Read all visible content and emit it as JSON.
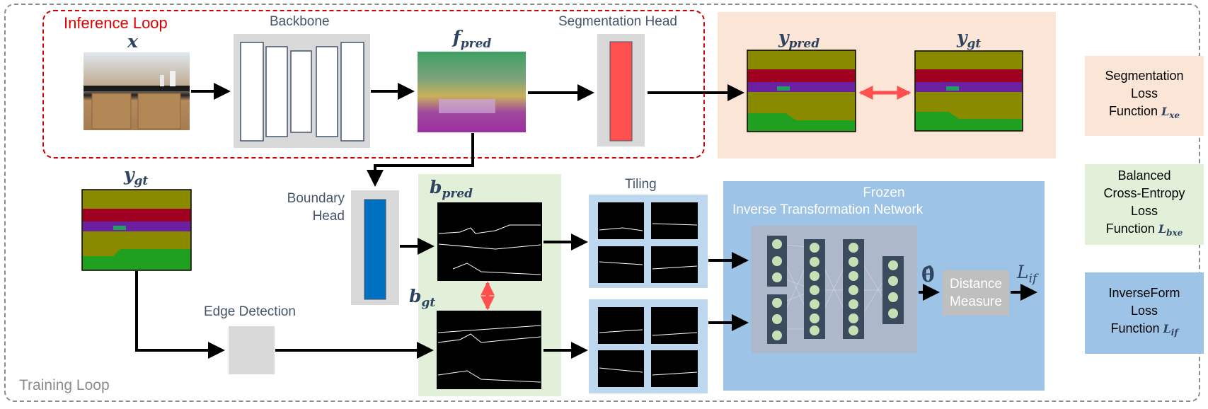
{
  "inference_loop": {
    "label": "Inference Loop"
  },
  "training_loop": {
    "label": "Training Loop"
  },
  "input_image": {
    "symbol": "x"
  },
  "backbone": {
    "label": "Backbone"
  },
  "feature_map": {
    "symbol": "f",
    "subscript": "pred"
  },
  "segmentation_head": {
    "label": "Segmentation Head"
  },
  "seg_pred": {
    "symbol": "y",
    "subscript": "pred"
  },
  "seg_gt": {
    "symbol": "y",
    "subscript": "gt"
  },
  "gt_left": {
    "symbol": "y",
    "subscript": "gt"
  },
  "boundary_head": {
    "label": "Boundary Head"
  },
  "boundary_pred": {
    "symbol": "b",
    "subscript": "pred"
  },
  "boundary_gt": {
    "symbol": "b",
    "subscript": "gt"
  },
  "edge_detection": {
    "label": "Edge Detection"
  },
  "tiling": {
    "label": "Tiling"
  },
  "itn": {
    "title_line1": "Frozen",
    "title_line2": "Inverse Transformation Network"
  },
  "theta": {
    "symbol": "θ̂"
  },
  "distance_measure": {
    "line1": "Distance",
    "line2": "Measure"
  },
  "inverse_loss": {
    "symbol": "L",
    "subscript": "if"
  },
  "legend": [
    {
      "text_lines": [
        "Segmentation",
        "Loss"
      ],
      "last_line": "Function",
      "symbol": "L",
      "subscript": "xe",
      "color": "#fbe5d6"
    },
    {
      "text_lines": [
        "Balanced",
        "Cross-Entropy",
        "Loss"
      ],
      "last_line": "Function",
      "symbol": "L",
      "subscript": "bxe",
      "color": "#e2f0d9"
    },
    {
      "text_lines": [
        "InverseForm",
        "Loss"
      ],
      "last_line": "Function",
      "symbol": "L",
      "subscript": "if",
      "color": "#9dc3e6"
    }
  ],
  "colors": {
    "inference_border": "#d00000",
    "segmentation_loss_bg": "#fbe5d6",
    "boundary_bg": "#e2f0d9",
    "tiling_bg": "#bdd7ee",
    "itn_bg": "#9dc3e6",
    "seg_head": "#ff5050",
    "boundary_head": "#0070c0",
    "label_text": "#44546a",
    "gray_box": "#d9d9d9"
  }
}
